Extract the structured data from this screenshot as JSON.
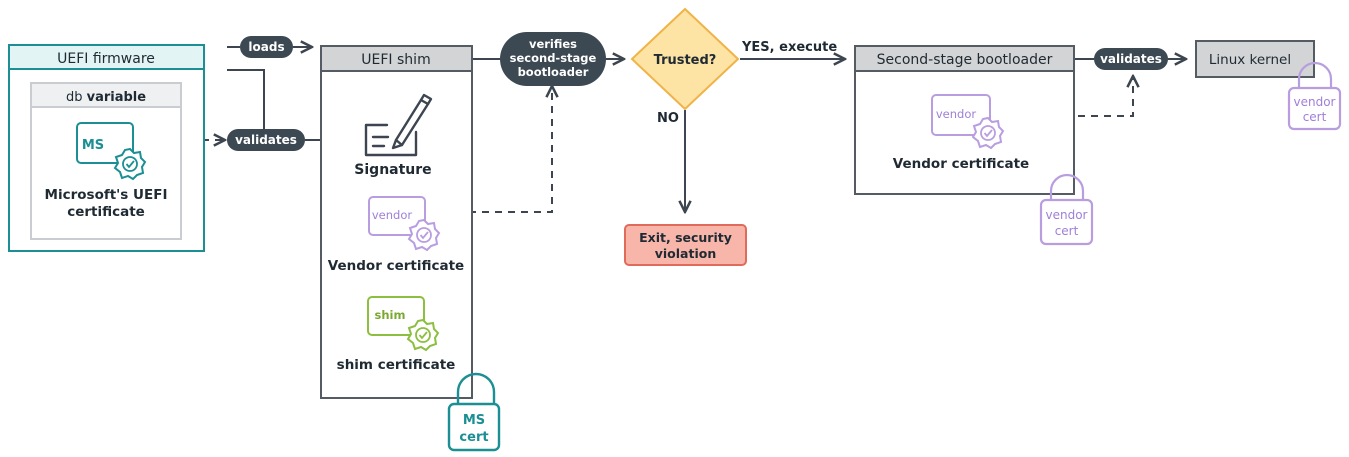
{
  "colors": {
    "teal": "#1b8f94",
    "teal_fill": "#e2f4f4",
    "gray_stroke": "#555b62",
    "gray_fill": "#d3d4d6",
    "dark_pill": "#3c4852",
    "purple": "#b89ee0",
    "green": "#8cbf3f",
    "diamond_fill": "#fde3a4",
    "diamond_stroke": "#f0b347",
    "red_fill": "#f8b6ab",
    "red_stroke": "#e06b5a",
    "line": "#3d4650"
  },
  "uefi_firmware": {
    "title": "UEFI firmware",
    "db_prefix": "db",
    "db_bold": "variable",
    "ms_badge": "MS",
    "cert_line1": "Microsoft's UEFI",
    "cert_line2": "certificate",
    "badge_icon": "verified-seal-icon"
  },
  "pills": {
    "loads": "loads",
    "validates_left": "validates",
    "verifies_line1": "verifies",
    "verifies_line2": "second-stage",
    "verifies_line3": "bootloader",
    "validates_right": "validates"
  },
  "uefi_shim": {
    "title": "UEFI shim",
    "signature_label": "Signature",
    "signature_icon": "document-pen-icon",
    "vendor_badge": "vendor",
    "vendor_label": "Vendor certificate",
    "shim_badge": "shim",
    "shim_label": "shim certificate",
    "lock_line1": "MS",
    "lock_line2": "cert"
  },
  "decision": {
    "question": "Trusted?",
    "yes_label": "YES, execute",
    "no_label": "NO",
    "exit_line1": "Exit, security",
    "exit_line2": "violation"
  },
  "second_stage": {
    "title": "Second-stage bootloader",
    "vendor_badge": "vendor",
    "vendor_label": "Vendor certificate",
    "lock_line1": "vendor",
    "lock_line2": "cert"
  },
  "kernel": {
    "title": "Linux kernel",
    "lock_line1": "vendor",
    "lock_line2": "cert"
  }
}
